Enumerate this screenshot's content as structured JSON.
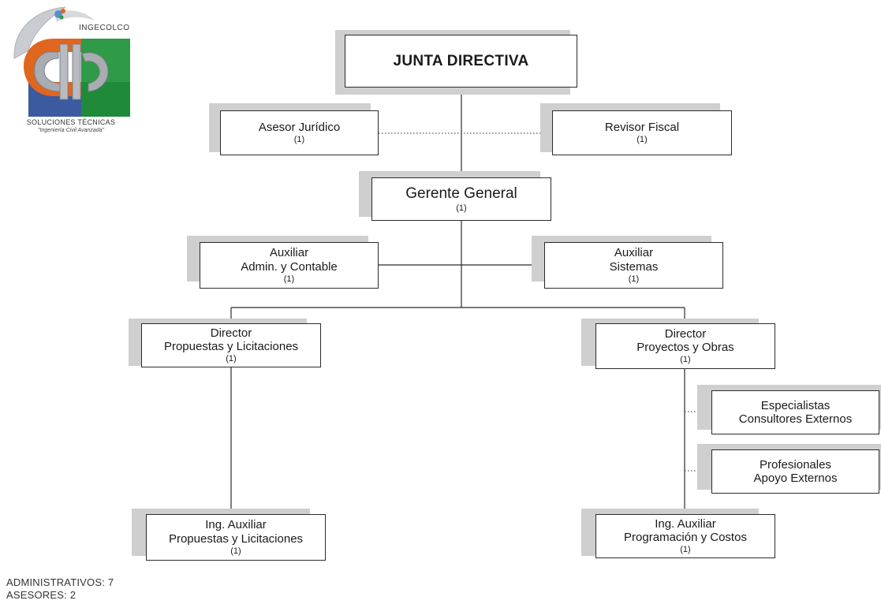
{
  "logo": {
    "name": "INGECOLCO",
    "subtitle": "SOLUCIONES TÉCNICAS",
    "tagline": "\"Ingeniería Civil Avanzada\""
  },
  "org": {
    "junta": {
      "title": "JUNTA DIRECTIVA"
    },
    "asesor_juridico": {
      "title": "Asesor Jurídico",
      "count": "(1)"
    },
    "revisor_fiscal": {
      "title": "Revisor Fiscal",
      "count": "(1)"
    },
    "gerente_general": {
      "title": "Gerente General",
      "count": "(1)"
    },
    "aux_admin": {
      "title_1": "Auxiliar",
      "title_2": "Admin. y Contable",
      "count": "(1)"
    },
    "aux_sistemas": {
      "title_1": "Auxiliar",
      "title_2": "Sistemas",
      "count": "(1)"
    },
    "dir_propuestas": {
      "title_1": "Director",
      "title_2": "Propuestas y Licitaciones",
      "count": "(1)"
    },
    "dir_proyectos": {
      "title_1": "Director",
      "title_2": "Proyectos y Obras",
      "count": "(1)"
    },
    "especialistas": {
      "title_1": "Especialistas",
      "title_2": "Consultores Externos"
    },
    "profesionales": {
      "title_1": "Profesionales",
      "title_2": "Apoyo Externos"
    },
    "ing_propuestas": {
      "title_1": "Ing. Auxiliar",
      "title_2": "Propuestas y Licitaciones",
      "count": "(1)"
    },
    "ing_programacion": {
      "title_1": "Ing. Auxiliar",
      "title_2": "Programación y Costos",
      "count": "(1)"
    }
  },
  "footer": {
    "administrativos": "ADMINISTRATIVOS: 7",
    "asesores": "ASESORES: 2"
  }
}
